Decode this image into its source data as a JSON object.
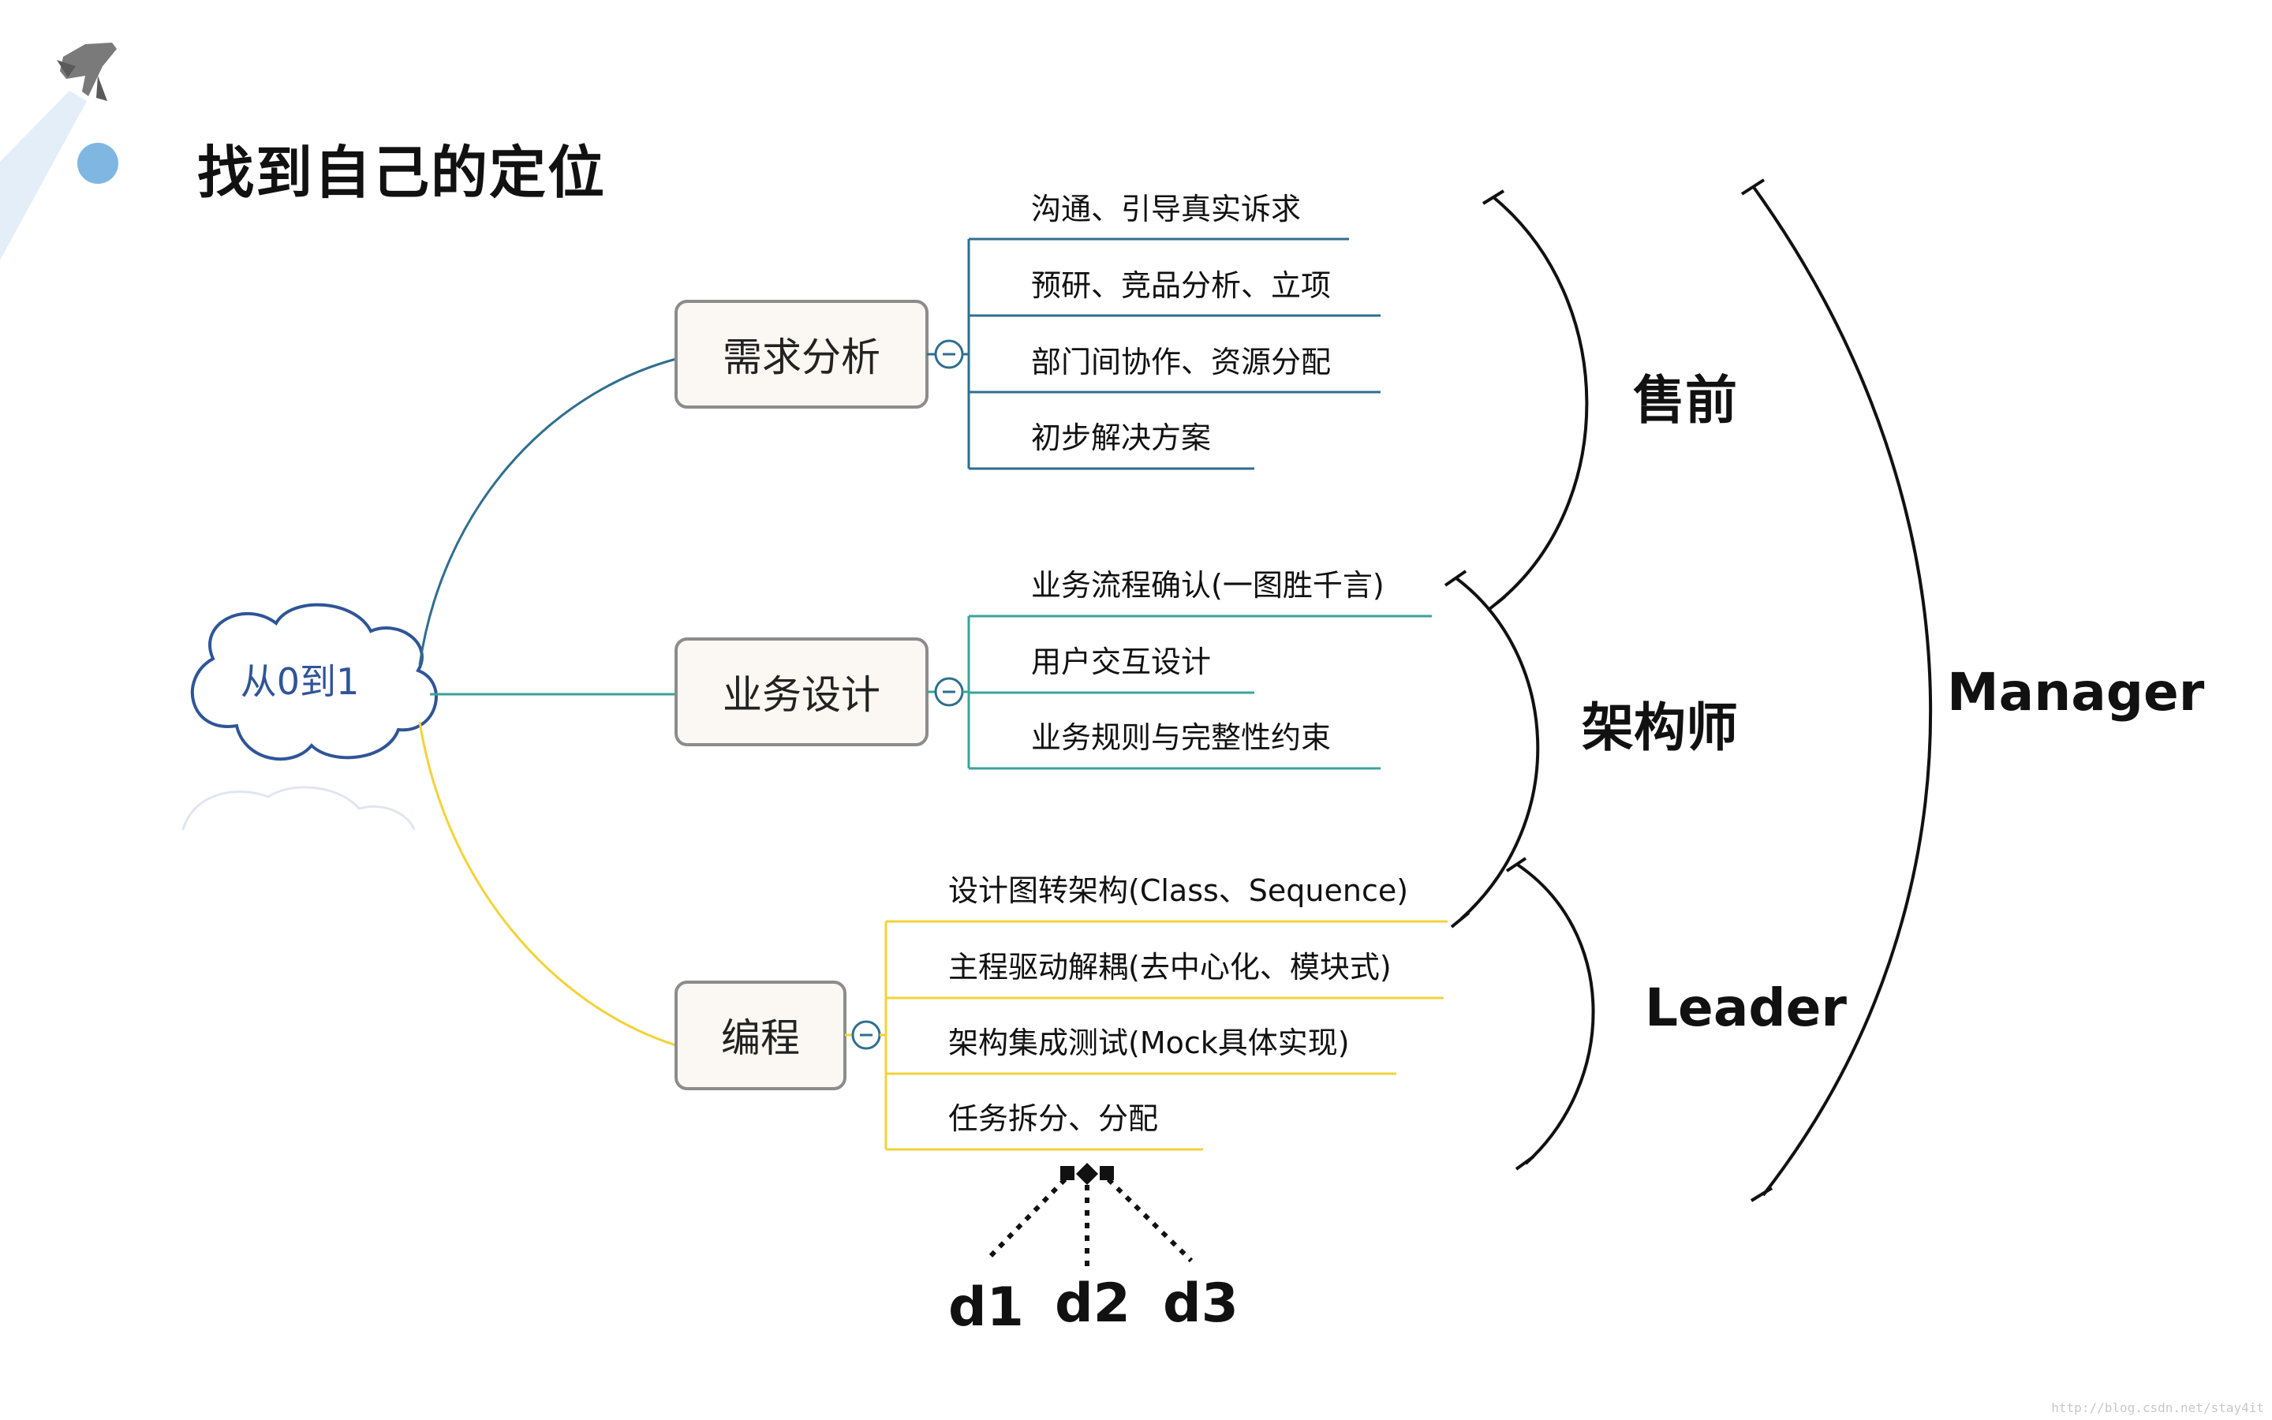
{
  "title": "找到自己的定位",
  "root": {
    "label": "从0到1"
  },
  "branches": [
    {
      "label": "需求分析",
      "color": "#2f6e8e",
      "items": [
        "沟通、引导真实诉求",
        "预研、竞品分析、立项",
        "部门间协作、资源分配",
        "初步解决方案"
      ]
    },
    {
      "label": "业务设计",
      "color": "#3aa398",
      "items": [
        "业务流程确认(一图胜千言)",
        "用户交互设计",
        "业务规则与完整性约束"
      ]
    },
    {
      "label": "编程",
      "color": "#f2d33a",
      "items": [
        "设计图转架构(Class、Sequence)",
        "主程驱动解耦(去中心化、模块式)",
        "架构集成测试(Mock具体实现)",
        "任务拆分、分配"
      ]
    }
  ],
  "roles": [
    "售前",
    "架构师",
    "Leader",
    "Manager"
  ],
  "dependency_labels": [
    "d1",
    "d2",
    "d3"
  ],
  "watermark": "http://blog.csdn.net/stay4it",
  "colors": {
    "node_fill": "#fbf7f2",
    "node_border": "#8c8c8c",
    "cloud_border": "#2f5597",
    "root_text": "#2f5597",
    "text": "#111111"
  }
}
